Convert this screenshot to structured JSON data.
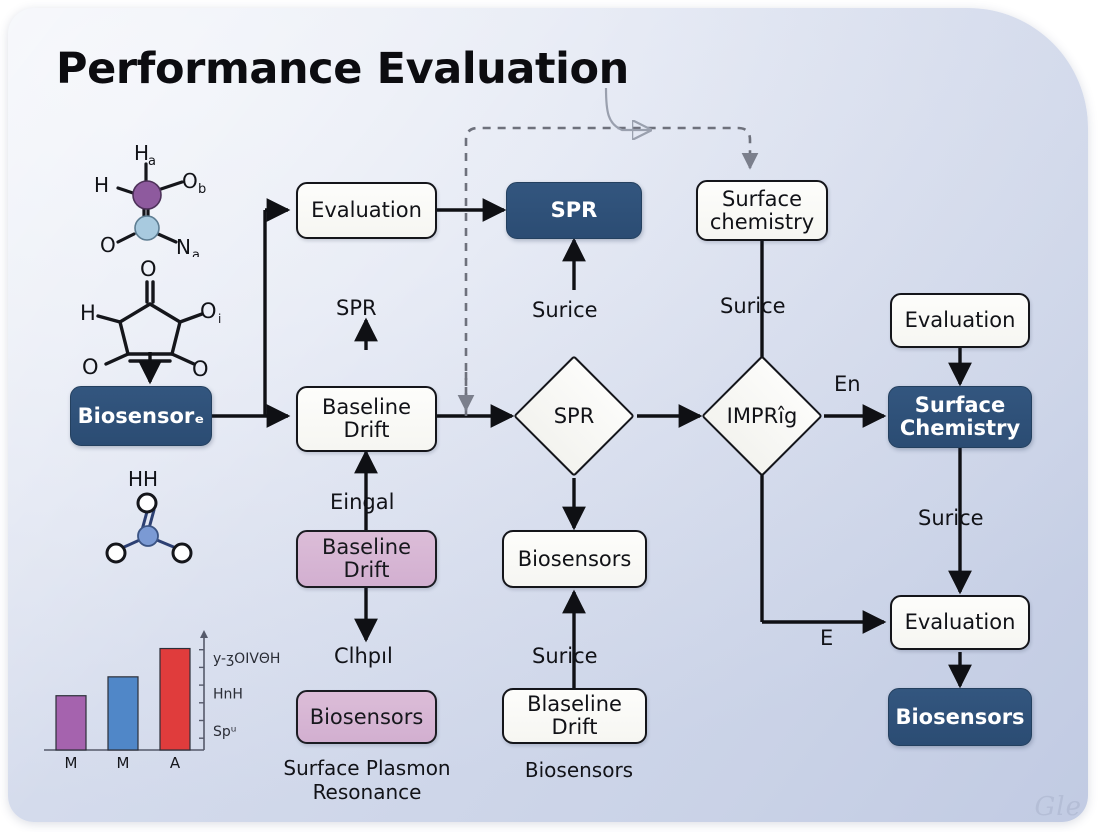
{
  "title": "Performance Evaluation",
  "watermark": "Gle",
  "colors": {
    "navy": "#2d5180",
    "mauve": "#d6b5d3",
    "white_box": "#f8f8f4",
    "outline": "#14151a",
    "dashed": "#6e717c",
    "bar_purple": "#a563ae",
    "bar_blue": "#5087c8",
    "bar_red": "#e03c3c",
    "panel_bg": "#e2e7f2"
  },
  "nodes": {
    "biosensor_src": "Biosensorₑ",
    "evaluation_top": "Evaluation",
    "spr_navy": "SPR",
    "surface_chemistry_top": "Surface chemistry",
    "surface_chemistry_top_l1": "Surface",
    "surface_chemistry_top_l2": "chemistry",
    "baseline_drift_white": "Baseline Drift",
    "baseline_drift_white_l1": "Baseline",
    "baseline_drift_white_l2": "Drift",
    "baseline_drift_mauve": "Baseline Drift",
    "baseline_drift_mauve_l1": "Baseline",
    "baseline_drift_mauve_l2": "Drift",
    "biosensors_mauve": "Biosensors",
    "biosensors_center": "Biosensors",
    "blaseline_drift": "Blaseline Drift",
    "blaseline_drift_l1": "Blaseline",
    "blaseline_drift_l2": "Drift",
    "evaluation_right_top": "Evaluation",
    "surface_chemistry_navy": "Surface Chemistry",
    "surface_chemistry_navy_l1": "Surface",
    "surface_chemistry_navy_l2": "Chemistry",
    "evaluation_right_bottom": "Evaluation",
    "biosensors_navy": "Biosensors"
  },
  "diamonds": {
    "spr": "SPR",
    "impr": "IMPRîg"
  },
  "edge_labels": {
    "spr_up": "SPR",
    "surice_spr": "Surice",
    "surice_surface": "Surice",
    "eingal": "Eingal",
    "clhpil": "Clhpıl",
    "surice_center": "Surice",
    "surice_right": "Surice",
    "en": "En",
    "e": "E"
  },
  "captions": {
    "spr_full": "Surface Plasmon Resonance",
    "spr_full_l1": "Surface Plasmon",
    "spr_full_l2": "Resonance",
    "biosensors_caption": "Biosensors"
  },
  "molecules": {
    "mol1_labels": [
      "Hₐ",
      "H",
      "Oₒ",
      "O",
      "Nₐ"
    ],
    "mol2_labels": [
      "O",
      "H",
      "Oᵢ",
      "O",
      "O"
    ],
    "mol3_labels": [
      "HH",
      "O",
      "O",
      "O"
    ]
  },
  "chart_data": {
    "type": "bar",
    "title": "",
    "categories": [
      "M",
      "M",
      "A"
    ],
    "values": [
      46,
      62,
      86
    ],
    "ylim": [
      0,
      100
    ],
    "xlabel": "",
    "ylabel": "",
    "grid": false,
    "legend": null,
    "ytick_labels": [
      "y-ʒOIVΘH",
      "HnH",
      "Spᵘ"
    ],
    "ytick_values": [
      78,
      48,
      16
    ],
    "bar_colors": [
      "#a563ae",
      "#5087c8",
      "#e03c3c"
    ],
    "axis_color": "#55596a"
  }
}
